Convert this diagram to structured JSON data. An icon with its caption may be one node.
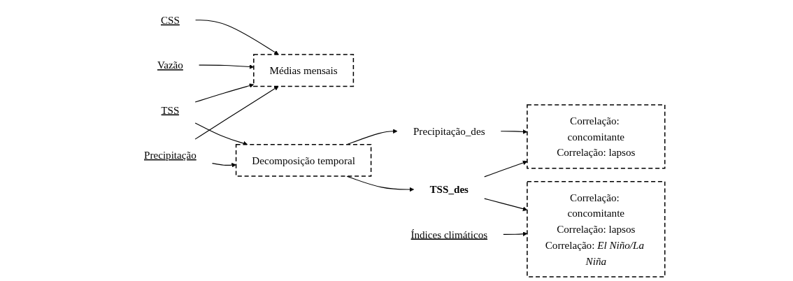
{
  "diagram": {
    "nodes": [
      {
        "text": [
          "CSS"
        ]
      },
      {
        "text": [
          "Vazão"
        ]
      },
      {
        "text": [
          "TSS"
        ]
      },
      {
        "text": [
          "Precipitação"
        ]
      },
      {
        "text": [
          "Médias mensais"
        ]
      },
      {
        "text": [
          "Decomposição temporal"
        ]
      },
      {
        "text": [
          "Precipitação_des"
        ]
      },
      {
        "text": [
          "TSS_des"
        ]
      },
      {
        "text": [
          "Correlação: concomitante",
          "Correlação: lapsos"
        ]
      },
      {
        "text": [
          "Índices climáticos"
        ]
      },
      {
        "text": [
          "Correlação: concomitante",
          "Correlação: lapsos",
          "Correlação: *El Niño/La Niña*"
        ]
      }
    ],
    "edges": [
      {
        "from": 0,
        "to": 4,
        "arrow": "to"
      },
      {
        "from": 1,
        "to": 4,
        "arrow": "to"
      },
      {
        "from": 2,
        "to": 4,
        "arrow": "to"
      },
      {
        "from": 3,
        "to": 4,
        "arrow": "to"
      },
      {
        "from": 2,
        "to": 5,
        "arrow": "to"
      },
      {
        "from": 3,
        "to": 5,
        "arrow": "to"
      },
      {
        "from": 5,
        "to": 6,
        "arrow": "to"
      },
      {
        "from": 5,
        "to": 7,
        "arrow": "to"
      },
      {
        "from": 6,
        "to": 8,
        "arrow": "to"
      },
      {
        "from": 7,
        "to": 8,
        "arrow": "to"
      },
      {
        "from": 7,
        "to": 10,
        "arrow": "to"
      },
      {
        "from": 9,
        "to": 10,
        "arrow": "to"
      }
    ]
  }
}
